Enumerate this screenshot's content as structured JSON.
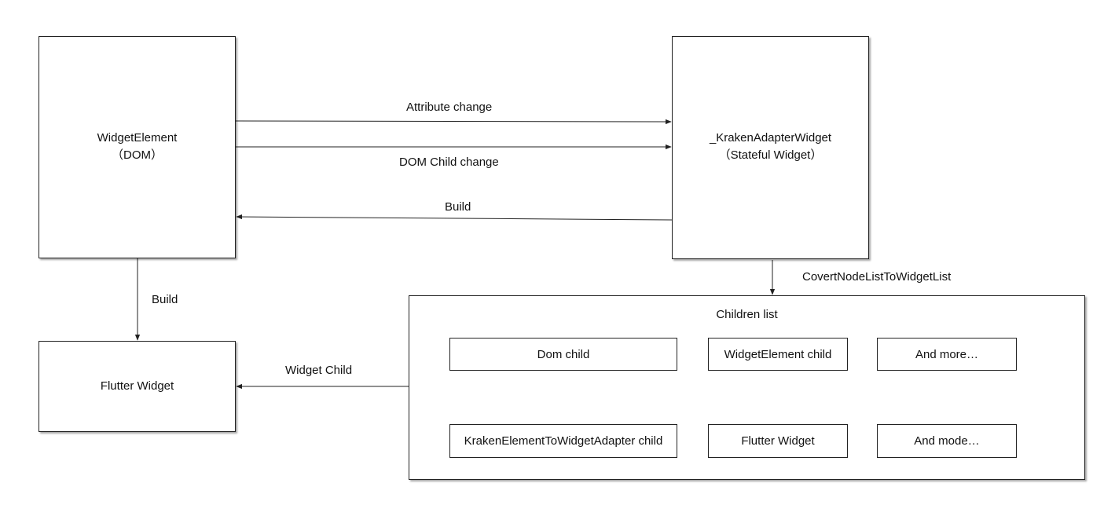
{
  "nodes": {
    "widget_element": {
      "label": "WidgetElement\n（DOM）"
    },
    "adapter_widget": {
      "label": "_KrakenAdapterWidget\n（Stateful Widget）"
    },
    "flutter_widget": {
      "label": "Flutter Widget"
    },
    "children_list": {
      "title": "Children list",
      "items": {
        "dom_child": "Dom child",
        "widget_element_child": "WidgetElement child",
        "and_more": "And more…",
        "kraken_adapter_child": "KrakenElementToWidgetAdapter child",
        "flutter_widget_child": "Flutter Widget",
        "and_mode": "And mode…"
      }
    }
  },
  "edges": {
    "attribute_change": "Attribute change",
    "dom_child_change": "DOM Child change",
    "build_back": "Build",
    "build_down": "Build",
    "covert": "CovertNodeListToWidgetList",
    "widget_child": "Widget Child"
  },
  "colors": {
    "stroke": "#222222",
    "background": "#ffffff"
  }
}
